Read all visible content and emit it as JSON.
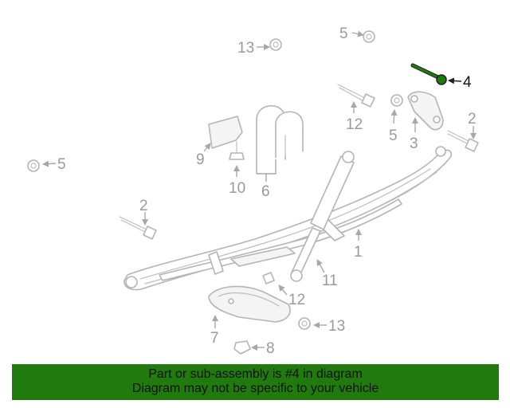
{
  "diagram": {
    "highlight_color": "#217a0d",
    "callouts": [
      {
        "id": "c13a",
        "text": "13"
      },
      {
        "id": "c5a",
        "text": "5"
      },
      {
        "id": "c4",
        "text": "4",
        "highlighted": true
      },
      {
        "id": "c12a",
        "text": "12"
      },
      {
        "id": "c5b",
        "text": "5"
      },
      {
        "id": "c3",
        "text": "3"
      },
      {
        "id": "c2a",
        "text": "2"
      },
      {
        "id": "c9",
        "text": "9"
      },
      {
        "id": "c10",
        "text": "10"
      },
      {
        "id": "c6",
        "text": "6"
      },
      {
        "id": "c5c",
        "text": "5"
      },
      {
        "id": "c2b",
        "text": "2"
      },
      {
        "id": "c1",
        "text": "1"
      },
      {
        "id": "c11",
        "text": "11"
      },
      {
        "id": "c12b",
        "text": "12"
      },
      {
        "id": "c7",
        "text": "7"
      },
      {
        "id": "c13b",
        "text": "13"
      },
      {
        "id": "c8",
        "text": "8"
      }
    ]
  },
  "banner": {
    "line1": "Part or sub-assembly is #4 in diagram",
    "line2": "Diagram may not be specific to your vehicle",
    "background": "#217a0d"
  }
}
